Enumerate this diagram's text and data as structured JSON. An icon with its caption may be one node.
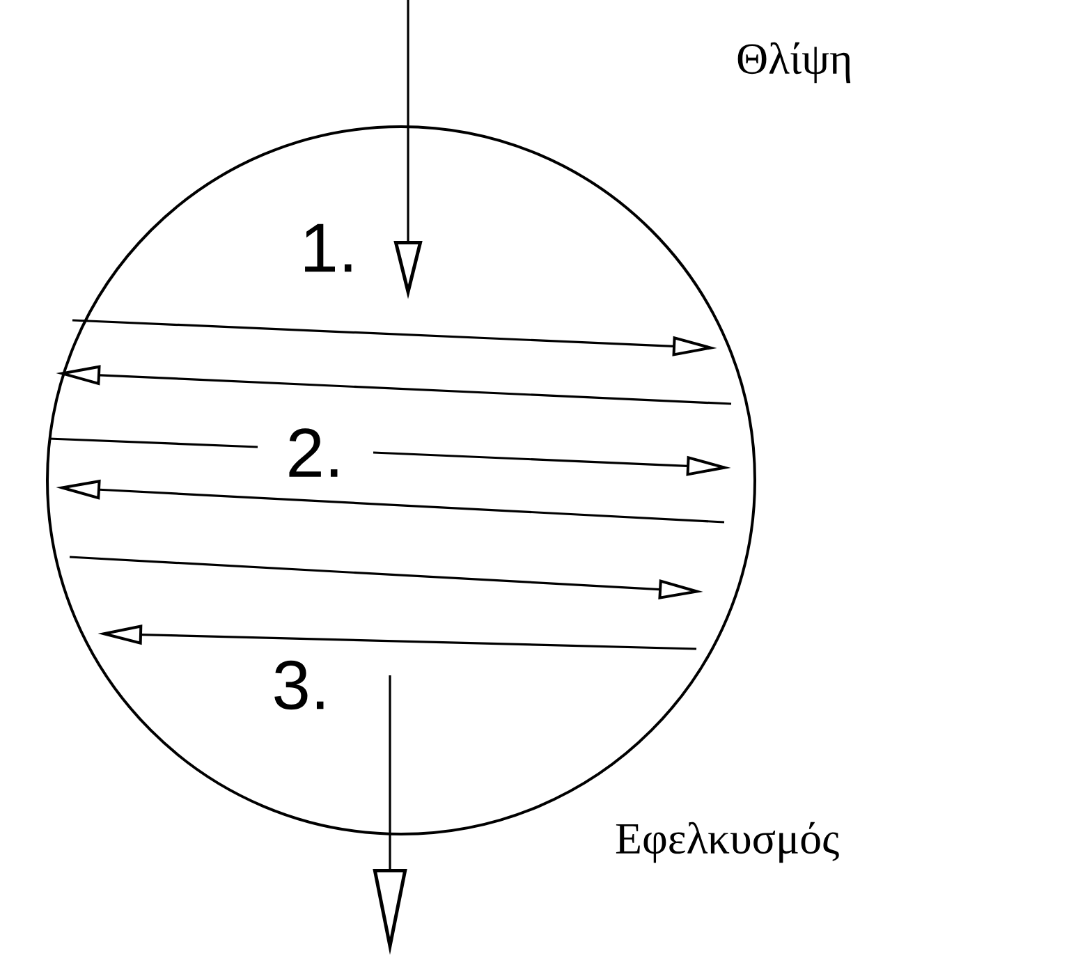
{
  "diagram": {
    "nodes": [
      {
        "text": [
          "1.",
          "2.",
          "3."
        ]
      }
    ],
    "labels": [
      "Θλίψη",
      "Εφελκυσμός"
    ]
  }
}
